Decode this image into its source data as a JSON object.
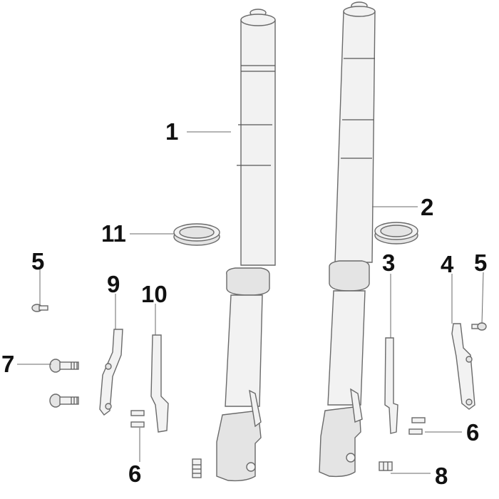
{
  "diagram": {
    "callouts": [
      {
        "id": "c1",
        "label": "1"
      },
      {
        "id": "c2",
        "label": "2"
      },
      {
        "id": "c3",
        "label": "3"
      },
      {
        "id": "c4",
        "label": "4"
      },
      {
        "id": "c5a",
        "label": "5"
      },
      {
        "id": "c5b",
        "label": "5"
      },
      {
        "id": "c6a",
        "label": "6"
      },
      {
        "id": "c6b",
        "label": "6"
      },
      {
        "id": "c7",
        "label": "7"
      },
      {
        "id": "c8",
        "label": "8"
      },
      {
        "id": "c9",
        "label": "9"
      },
      {
        "id": "c10",
        "label": "10"
      },
      {
        "id": "c11",
        "label": "11"
      }
    ]
  }
}
